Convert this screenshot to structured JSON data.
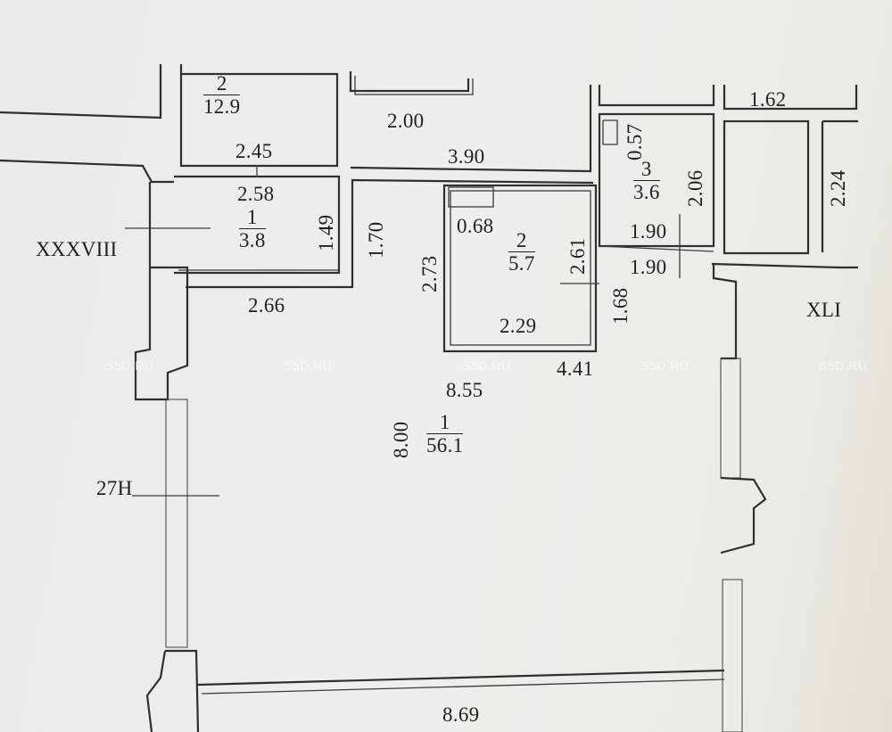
{
  "dimensions": {
    "d_2_00": "2.00",
    "d_3_90": "3.90",
    "d_2_45": "2.45",
    "d_2_58": "2.58",
    "d_1_49": "1.49",
    "d_1_70": "1.70",
    "d_2_66": "2.66",
    "d_0_68": "0.68",
    "d_2_73": "2.73",
    "d_2_61": "2.61",
    "d_2_29": "2.29",
    "d_1_68": "1.68",
    "d_4_41": "4.41",
    "d_0_57": "0.57",
    "d_2_06": "2.06",
    "d_1_90_top": "1.90",
    "d_1_90_bottom": "1.90",
    "d_1_62": "1.62",
    "d_2_24": "2.24",
    "d_8_55": "8.55",
    "d_8_00": "8.00",
    "d_8_69": "8.69"
  },
  "rooms": [
    {
      "number": "2",
      "area": "12.9"
    },
    {
      "number": "1",
      "area": "3.8"
    },
    {
      "number": "2",
      "area": "5.7"
    },
    {
      "number": "3",
      "area": "3.6"
    },
    {
      "number": "1",
      "area": "56.1"
    }
  ],
  "axis_labels": {
    "left": "XXXVIII",
    "right": "XLI",
    "wall": "27H"
  },
  "watermark": "S5D.RU"
}
